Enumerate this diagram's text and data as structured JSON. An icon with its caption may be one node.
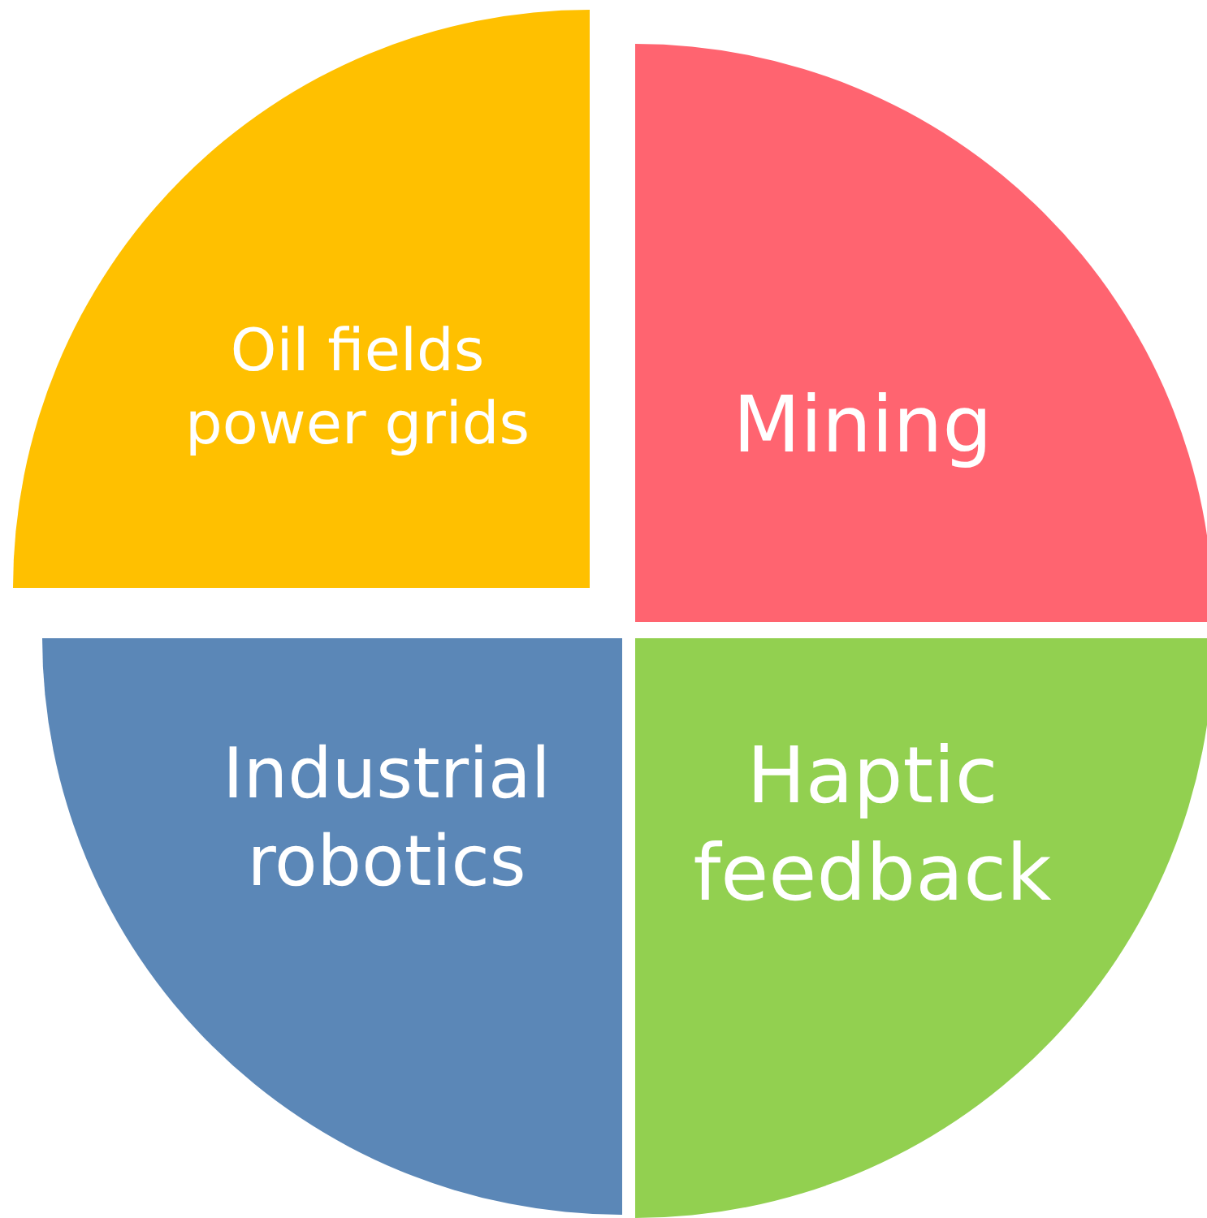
{
  "diagram": {
    "nodes": [
      {
        "text": [
          "Oil fields power grids"
        ]
      },
      {
        "text": [
          "Mining"
        ]
      },
      {
        "text": [
          "Industrial robotics"
        ]
      },
      {
        "text": [
          "Haptic feedback"
        ]
      }
    ]
  }
}
